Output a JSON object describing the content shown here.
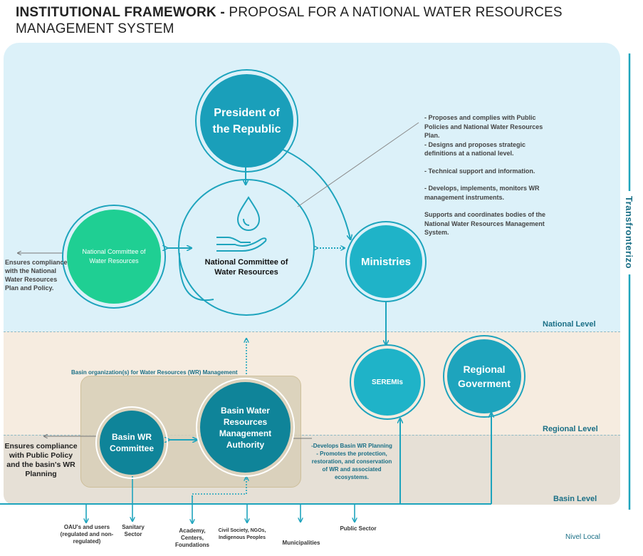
{
  "title": {
    "bold": "INSTITUTIONAL FRAMEWORK -",
    "rest": " PROPOSAL FOR A NATIONAL WATER RESOURCES",
    "line2": "MANAGEMENT SYSTEM"
  },
  "side_label": "Transfronterizo",
  "levels": {
    "national": "National Level",
    "regional": "Regional Level",
    "basin": "Basin Level",
    "local": "Nivel Local"
  },
  "nodes": {
    "president": "President of the Republic",
    "ncwr_center": "National Committee of Water Resources",
    "ncwr_left": "National Committee of Water Resources",
    "ministries": "Ministries",
    "seremis": "SEREMIs",
    "regional": "Regional Goverment",
    "basin_committee": "Basin WR Committee",
    "basin_authority": "Basin Water Resources Management Authority"
  },
  "ministries_notes": [
    "- Proposes and complies with Public Policies and National Water Resources Plan.",
    "- Designs and proposes strategic definitions at a national level.",
    "- Technical support and information.",
    "- Develops, implements, monitors WR management instruments.",
    "Supports and coordinates bodies of the National Water Resources Management System."
  ],
  "left_note": "Ensures compliance with the National Water Resources Plan and Policy.",
  "basin_org_label": "Basin organization(s) for Water Resources (WR) Management",
  "basin_left_note": "Ensures compliance with Public Policy and the basin's WR Planning",
  "basin_right_notes": [
    "-Develops Basin WR Planning",
    "- Promotes the protection, restoration, and conservation of WR and associated ecosystems."
  ],
  "stakeholders": [
    "OAU's and users (regulated and non-regulated)",
    "Sanitary Sector",
    "Academy, Centers, Foundations",
    "Civil Society, NGOs, Indigenous Peoples",
    "Municipalities",
    "Public Sector"
  ],
  "colors": {
    "teal": "#1ea4bd",
    "dark_teal": "#0f8499",
    "green": "#1fcf93",
    "national_bg": "#dcf1f9",
    "regional_bg": "#f6ece0",
    "basin_bg": "#e6e0d6"
  }
}
